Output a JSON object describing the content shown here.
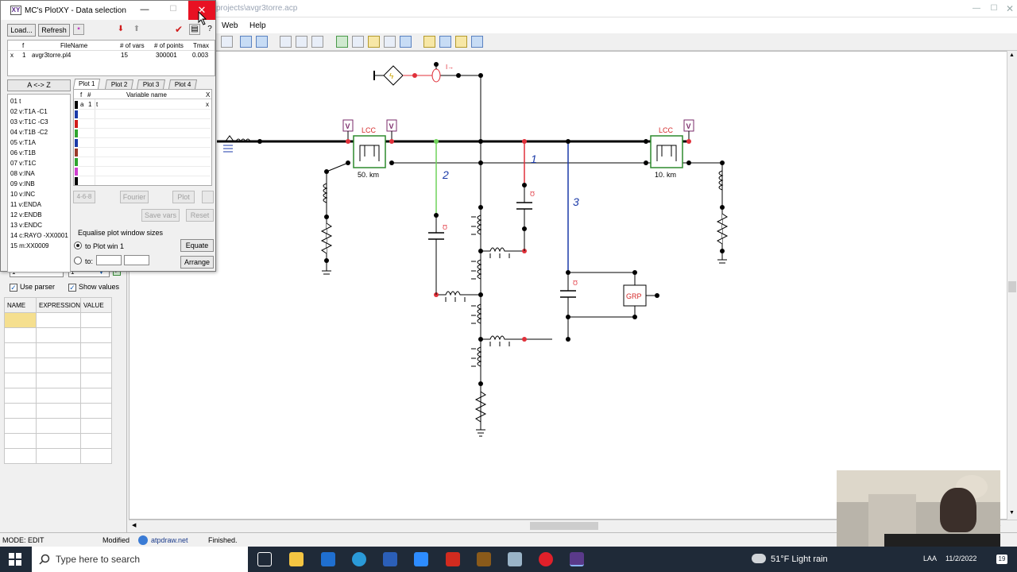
{
  "main_window": {
    "title": "projects\\avgr3torre.acp",
    "menu": [
      "Web",
      "Help"
    ],
    "status": {
      "mode": "MODE: EDIT",
      "modified": "Modified",
      "website": "atpdraw.net",
      "state": "Finished."
    },
    "parser": {
      "use_parser_label": "Use parser",
      "show_values_label": "Show values",
      "columns": [
        "NAME",
        "EXPRESSION",
        "VALUE"
      ],
      "spin_a": "1",
      "spin_b": "1"
    }
  },
  "circuit": {
    "lcc_label": "LCC",
    "line1_length": "50. km",
    "line2_length": "10. km",
    "probe_label": "V",
    "grp_label": "GRP",
    "branch_labels": [
      "1",
      "2",
      "3"
    ]
  },
  "plotxy": {
    "title": "MC's PlotXY - Data selection",
    "load_label": "Load...",
    "refresh_label": "Refresh",
    "file_table": {
      "headers": [
        "f",
        "FileName",
        "# of vars",
        "# of points",
        "Tmax"
      ],
      "rows": [
        {
          "flag": "x",
          "f": "1",
          "filename": "avgr3torre.pl4",
          "vars": "15",
          "points": "300001",
          "tmax": "0.003"
        }
      ]
    },
    "sort_label": "A <-> Z",
    "variables": [
      "01  t",
      "02  v:T1A   -C1",
      "03  v:T1C   -C3",
      "04  v:T1B   -C2",
      "05  v:T1A",
      "06  v:T1B",
      "07  v:T1C",
      "08  v:INA",
      "09  v:INB",
      "10  v:INC",
      "11  v:ENDA",
      "12  v:ENDB",
      "13  v:ENDC",
      "14  c:RAYO  -XX0001",
      "15  m:XX0009"
    ],
    "tabs": [
      "Plot 1",
      "Plot 2",
      "Plot 3",
      "Plot 4"
    ],
    "plot_table": {
      "headers": [
        "f",
        "#",
        "Variable name",
        "X"
      ],
      "row": {
        "f": "a",
        "n": "1",
        "var": "t",
        "x": "x"
      }
    },
    "buttons": {
      "mode_468": "4-6-8",
      "fourier": "Fourier",
      "plot": "Plot",
      "save_vars": "Save vars",
      "reset": "Reset",
      "equate": "Equate",
      "arrange": "Arrange"
    },
    "equalise_label": "Equalise plot window sizes",
    "to_plot_win_label": "to Plot win 1",
    "to_label": "to:"
  },
  "taskbar": {
    "search_placeholder": "Type here to search",
    "weather": "51°F  Light rain",
    "lang": "LAA",
    "date": "11/2/2022",
    "notification_count": "19"
  },
  "colors": {
    "close_red": "#e81123",
    "wire_green": "#6fd35a",
    "wire_red": "#e0303a",
    "wire_blue": "#1b3aa8",
    "lcc_red": "#d42a2a"
  }
}
